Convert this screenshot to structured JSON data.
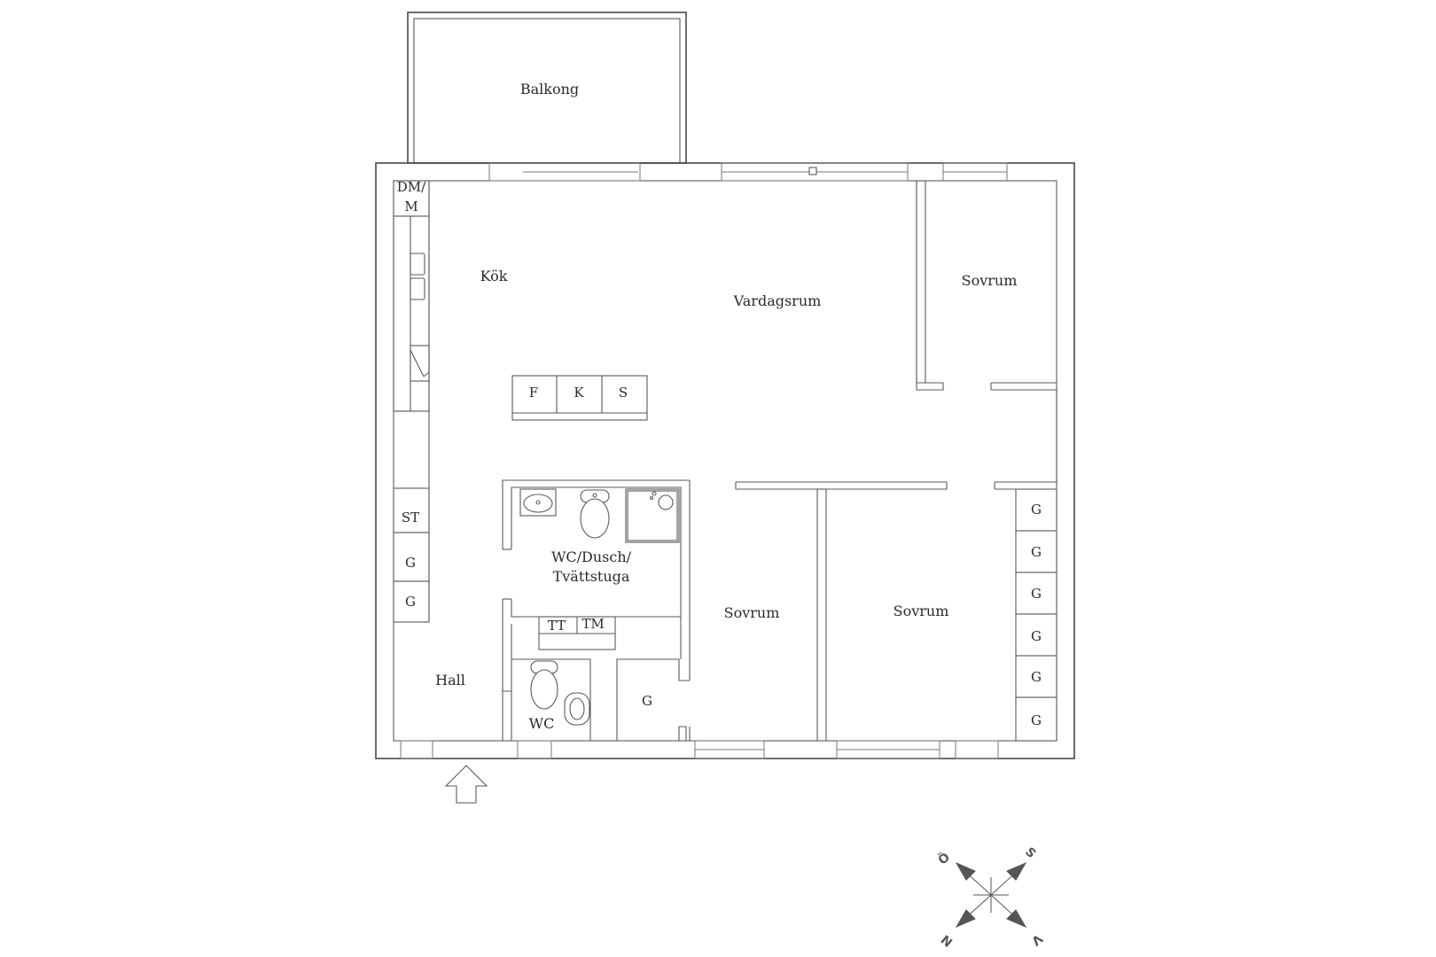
{
  "rooms": {
    "balkong": "Balkong",
    "kok": "Kök",
    "vardagsrum": "Vardagsrum",
    "sovrum_ne": "Sovrum",
    "sovrum_mid": "Sovrum",
    "sovrum_se": "Sovrum",
    "bath_line1": "WC/Dusch/",
    "bath_line2": "Tvättstuga",
    "hall": "Hall",
    "wc": "WC"
  },
  "fixtures": {
    "dm_line1": "DM/",
    "dm_line2": "M",
    "fridge": "F",
    "cooler": "K",
    "freezer": "S",
    "storage": "ST",
    "wardrobe": "G",
    "dryer": "TT",
    "washer": "TM"
  },
  "compass": {
    "north": "N",
    "south": "S",
    "east": "Ö",
    "west": "V"
  }
}
